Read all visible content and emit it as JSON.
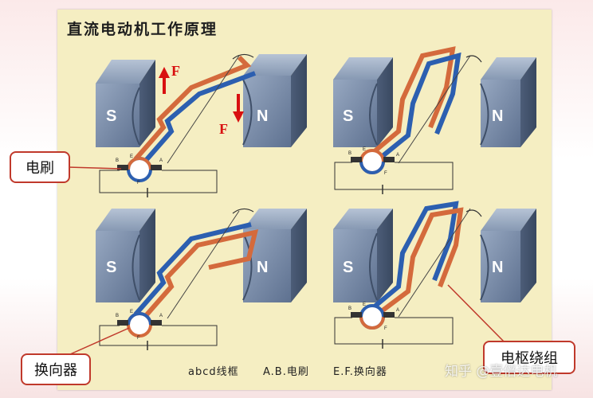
{
  "title": "直流电动机工作原理",
  "legend": {
    "coil": "abcd线框",
    "brush": "A.B.电刷",
    "commutator": "E.F.换向器"
  },
  "callouts": {
    "brush": "电刷",
    "commutator": "换向器",
    "armature": "电枢绕组"
  },
  "poles": {
    "south": "S",
    "north": "N"
  },
  "force_label": "F",
  "terminal_labels": {
    "a": "A",
    "b": "B",
    "e": "E",
    "f": "F"
  },
  "watermark": "知乎 @壹倍达电机",
  "colors": {
    "magnet": "#7d90ac",
    "coil_orange": "#d46a3c",
    "coil_blue": "#2c5fb0",
    "callout_border": "#c0392b",
    "force_arrow": "#d81010",
    "panel": "#f5eec2"
  }
}
